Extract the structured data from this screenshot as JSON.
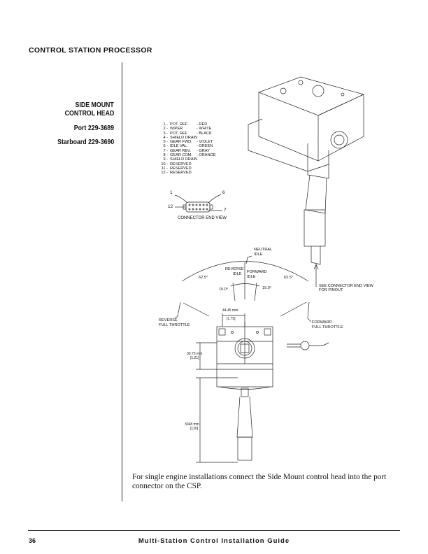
{
  "header": {
    "title": "CONTROL STATION PROCESSOR"
  },
  "sidebar": {
    "title_line1": "SIDE MOUNT",
    "title_line2": "CONTROL HEAD",
    "port": "Port 229-3689",
    "starboard": "Starboard 229-3690"
  },
  "pinout": [
    {
      "num": "1 -",
      "name": "POT. REF",
      "color": "- RED"
    },
    {
      "num": "2 -",
      "name": "WIPER",
      "color": "- WHITE"
    },
    {
      "num": "3 -",
      "name": "POT. REF",
      "color": "- BLACK"
    },
    {
      "num": "4 -",
      "name": "SHIELD DRAIN",
      "color": ""
    },
    {
      "num": "5 -",
      "name": "GEAR FWD.",
      "color": "- VIOLET"
    },
    {
      "num": "6 -",
      "name": "IDLE VAL.",
      "color": "- GREEN"
    },
    {
      "num": "7 -",
      "name": "GEAR REV.",
      "color": "- GRAY"
    },
    {
      "num": "8 -",
      "name": "GEAR COM.",
      "color": "- ORANGE"
    },
    {
      "num": "9 -",
      "name": "SHIELD DRAIN",
      "color": ""
    },
    {
      "num": "10 -",
      "name": "RESERVED",
      "color": ""
    },
    {
      "num": "11 -",
      "name": "RESERVED",
      "color": ""
    },
    {
      "num": "12 -",
      "name": "RESERVED",
      "color": ""
    }
  ],
  "connector": {
    "pin1": "1",
    "pin6": "6",
    "pin12": "12",
    "pin7": "7",
    "caption": "CONNECTOR END VIEW"
  },
  "callout": {
    "line1": "SEE CONNECTOR END VIEW",
    "line2": "FOR PINOUT"
  },
  "travel": {
    "neutral1": "NEUTRAL",
    "neutral2": "IDLE",
    "rev_idle1": "REVERSE",
    "rev_idle2": "IDLE",
    "fwd_idle1": "FORWARD",
    "fwd_idle2": "IDLE",
    "angle_left": "62.5°",
    "angle_right": "62.5°",
    "idle_left": "15.0°",
    "idle_right": "15.0°",
    "rev_full1": "REVERSE",
    "rev_full2": "FULL THROTTLE",
    "fwd_full1": "FORWARD",
    "fwd_full2": "FULL THROTTLE"
  },
  "dimensions": {
    "width_mm": "44.45 mm",
    "width_in": "[1.75]",
    "height_mm": "30.73 mm",
    "height_in": "[1.21]",
    "lever_mm": "3048 mm",
    "lever_in": "[120]"
  },
  "body_text": "For single engine installations connect the Side Mount control head into the port connector on the CSP.",
  "footer": {
    "page": "36",
    "title": "Multi-Station Control Installation Guide"
  }
}
